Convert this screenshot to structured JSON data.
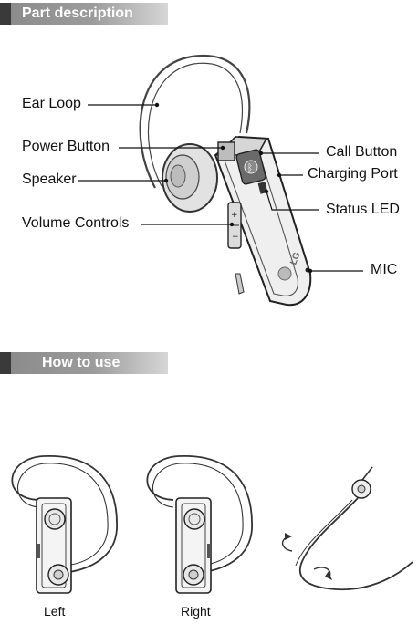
{
  "sections": {
    "part_description": "Part description",
    "how_to_use": "How to use"
  },
  "labels": {
    "ear_loop": "Ear Loop",
    "power_button": "Power Button",
    "speaker": "Speaker",
    "volume_controls": "Volume Controls",
    "call_button": "Call Button",
    "charging_port": "Charging Port",
    "status_led": "Status LED",
    "mic": "MIC"
  },
  "brand": "LG",
  "captions": {
    "left": "Left",
    "right": "Right"
  }
}
